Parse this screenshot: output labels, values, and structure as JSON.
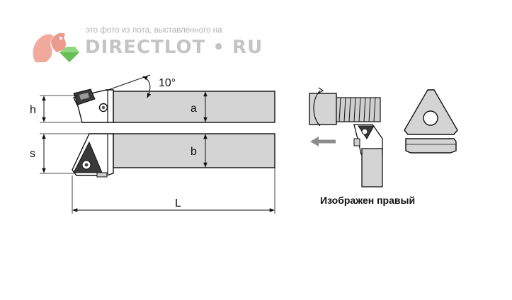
{
  "watermark": {
    "caption": "это фото из лота, выставленного на",
    "brand": "DIRECTLOT • RU",
    "logo_icon": "squirrel-gem-logo"
  },
  "diagram": {
    "angle_label": "10°",
    "dim_h": "h",
    "dim_a": "a",
    "dim_s": "s",
    "dim_b": "b",
    "dim_L": "L",
    "caption": "Изображен правый"
  },
  "colors": {
    "holder_fill": "#d4d4d4",
    "insert_dark": "#3a3a3a",
    "outline": "#111111",
    "arrow": "#8c8c8c",
    "watermark": "#c4c4c4",
    "logo_red": "#e88a7a",
    "logo_green": "#7ccf6a"
  }
}
